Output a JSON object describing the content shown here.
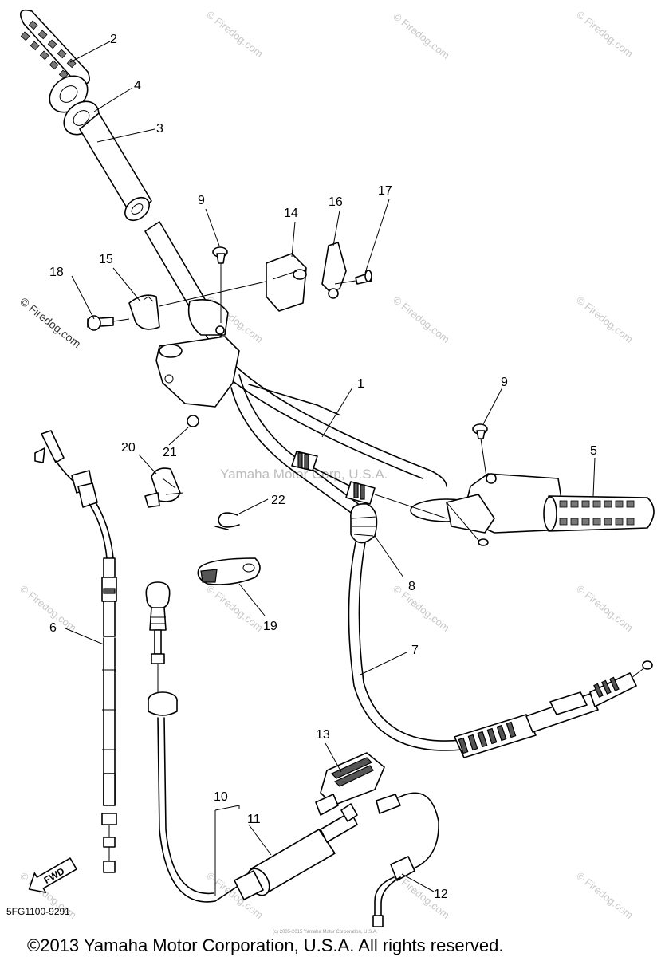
{
  "diagram": {
    "part_labels": [
      "1",
      "2",
      "3",
      "4",
      "5",
      "6",
      "7",
      "8",
      "9",
      "9",
      "10",
      "11",
      "12",
      "13",
      "14",
      "15",
      "16",
      "17",
      "18",
      "19",
      "20",
      "21",
      "22"
    ],
    "watermark_site": "© Firedog.com",
    "watermark_owner": "Yamaha Motor Corp, U.S.A.",
    "watermark_small": "(c) 2005-2015 Yamaha Motor Corporation, U.S.A.",
    "fwd_label": "FWD",
    "diagram_code": "5FG1100-9291",
    "copyright": "©2013 Yamaha Motor Corporation, U.S.A. All rights reserved."
  }
}
